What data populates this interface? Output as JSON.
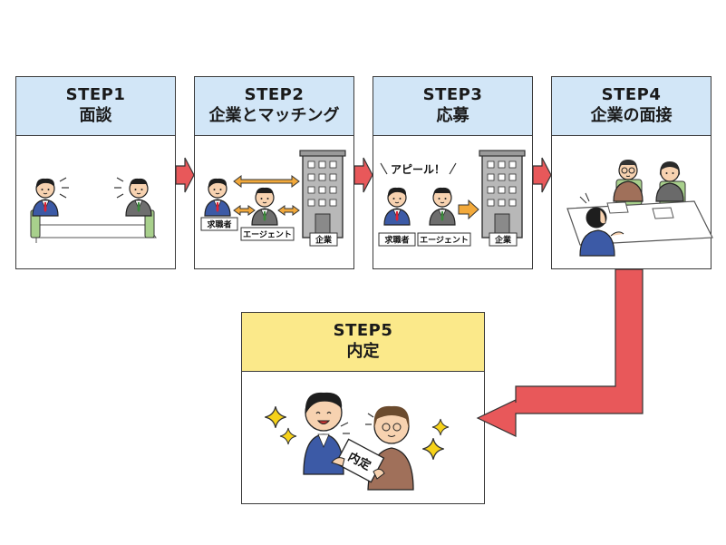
{
  "steps": [
    {
      "label": "STEP1",
      "title": "面談"
    },
    {
      "label": "STEP2",
      "title": "企業とマッチング"
    },
    {
      "label": "STEP3",
      "title": "応募"
    },
    {
      "label": "STEP4",
      "title": "企業の面接"
    },
    {
      "label": "STEP5",
      "title": "内定"
    }
  ],
  "labels": {
    "job_seeker": "求職者",
    "agent": "エージェント",
    "company": "企業",
    "appeal": "アピール！",
    "offer_doc": "内定"
  },
  "colors": {
    "header_blue": "#d2e6f7",
    "header_yellow": "#fbe98a",
    "arrow_red": "#e8585a",
    "arrow_orange": "#f2a93b"
  }
}
